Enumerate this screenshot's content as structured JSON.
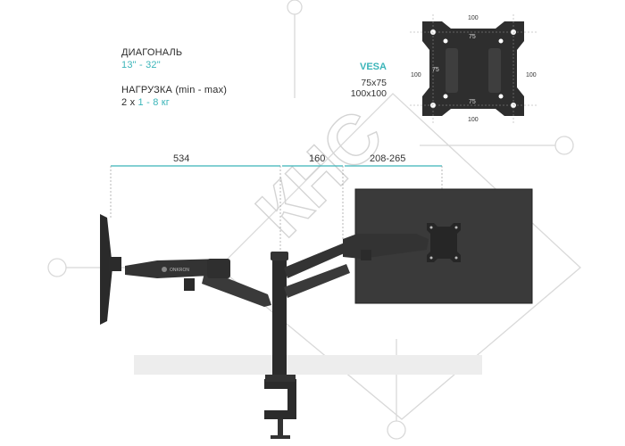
{
  "specs": {
    "diagonal_label": "ДИАГОНАЛЬ",
    "diagonal_value": "13\" - 32\"",
    "load_label": "НАГРУЗКА (min - max)",
    "load_prefix": "2 х ",
    "load_value": "1 - 8 кг"
  },
  "vesa": {
    "title": "VESA",
    "size_small": "75x75",
    "size_large": "100x100",
    "plate_labels": {
      "top_outer": "100",
      "top_inner": "75",
      "left_outer": "100",
      "left_inner": "75",
      "right_outer": "100",
      "bottom_inner": "75",
      "bottom_outer": "100"
    }
  },
  "dimensions": {
    "arm_reach": "534",
    "pole_offset": "160",
    "vesa_range": "208-265"
  },
  "brand": {
    "arm_logo": "ONKRON"
  },
  "watermark": {
    "text": "КНС"
  },
  "colors": {
    "accent": "#3bb5b9",
    "metal": "#2b2b2b",
    "screen": "#3a3a3a"
  }
}
